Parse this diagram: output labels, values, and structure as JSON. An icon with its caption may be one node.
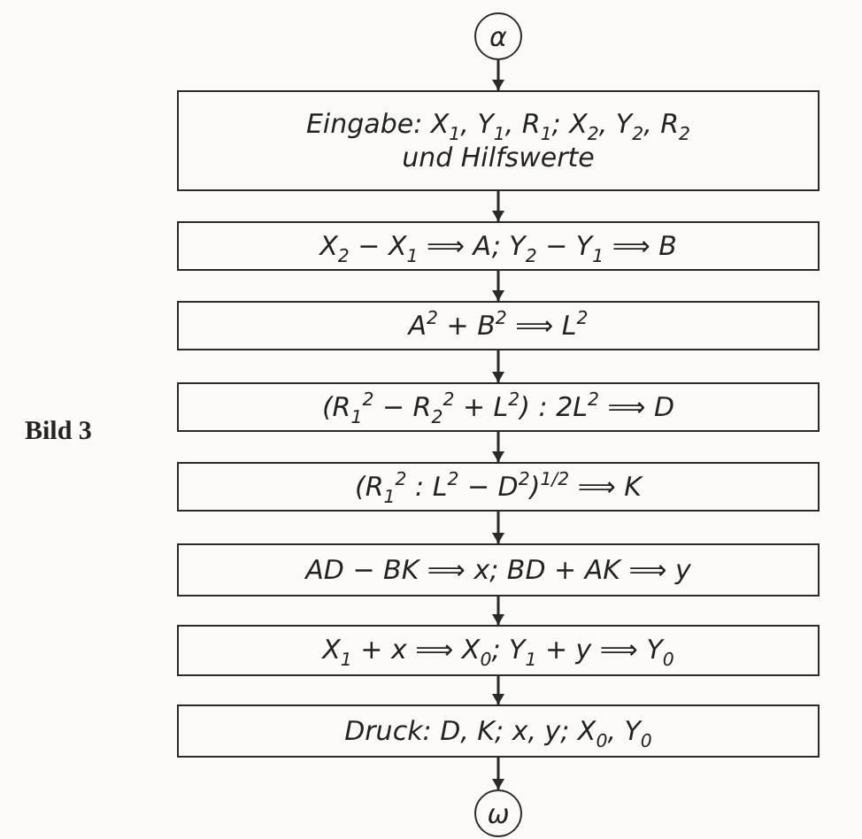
{
  "diagram": {
    "nodes": [
      {
        "text": [
          "α"
        ]
      },
      {
        "text": [
          "Eingabe: X$_{1}$, Y$_{1}$, R$_{1}$; X$_{2}$, Y$_{2}$, R$_{2}$ und Hilfswerte"
        ]
      },
      {
        "text": [
          "X$_{2}$ − X$_{1}$ ⟹ A; Y$_{2}$ − Y$_{1}$ ⟹ B"
        ]
      },
      {
        "text": [
          "A$^{2}$ + B$^{2}$ ⟹ L$^{2}$"
        ]
      },
      {
        "text": [
          "(R$_{1}$$^{2}$ − R$_{2}$$^{2}$ + L$^{2}$) : 2L$^{2}$ ⟹ D"
        ]
      },
      {
        "text": [
          "(R$_{1}$$^{2}$ : L$^{2}$ − D$^{2}$)$^{1/2}$ ⟹ K"
        ]
      },
      {
        "text": [
          "AD − BK ⟹ x; BD + AK ⟹ y"
        ]
      },
      {
        "text": [
          "X$_{1}$ + x ⟹ X$_{0}$; Y$_{1}$ + y ⟹ Y$_{0}$"
        ]
      },
      {
        "text": [
          "Druck: D, K; x, y; X$_{0}$, Y$_{0}$"
        ]
      },
      {
        "text": [
          "ω"
        ]
      }
    ],
    "edges": [
      {
        "from": 0,
        "to": 1,
        "arrow": "to"
      },
      {
        "from": 1,
        "to": 2,
        "arrow": "to"
      },
      {
        "from": 2,
        "to": 3,
        "arrow": "to"
      },
      {
        "from": 3,
        "to": 4,
        "arrow": "to"
      },
      {
        "from": 4,
        "to": 5,
        "arrow": "to"
      },
      {
        "from": 5,
        "to": 6,
        "arrow": "to"
      },
      {
        "from": 6,
        "to": 7,
        "arrow": "to"
      },
      {
        "from": 7,
        "to": 8,
        "arrow": "to"
      },
      {
        "from": 8,
        "to": 9,
        "arrow": "to"
      }
    ],
    "labels": [
      "Bild 3"
    ]
  }
}
